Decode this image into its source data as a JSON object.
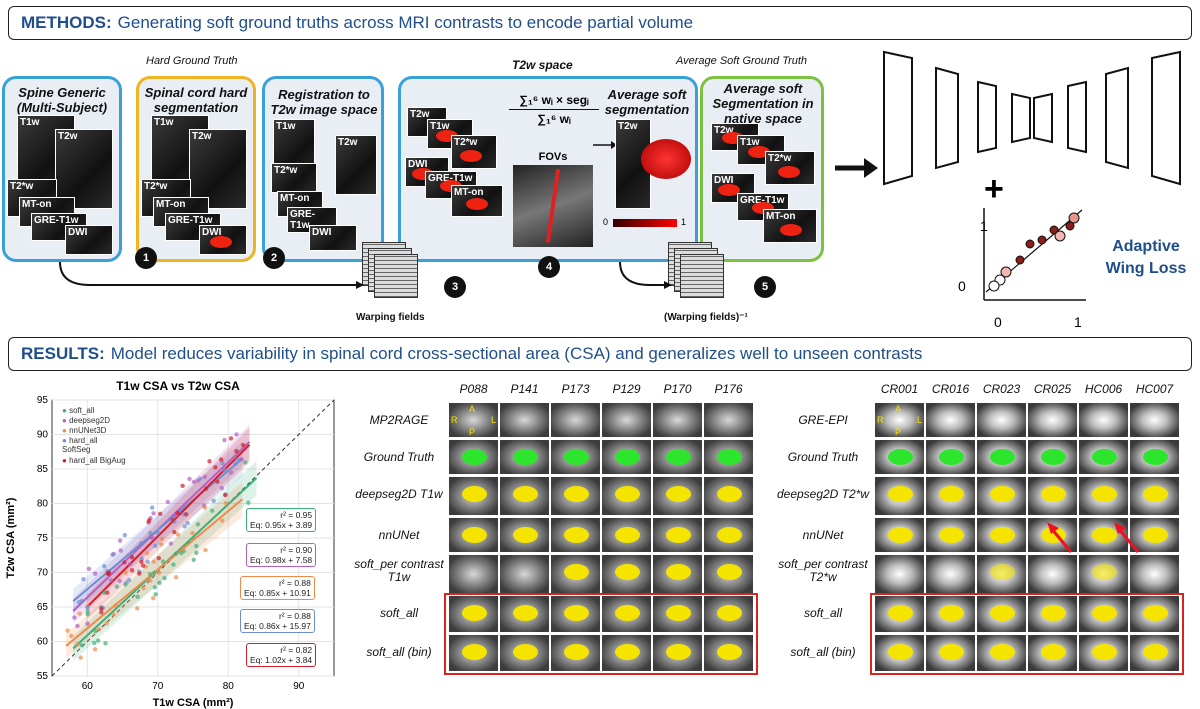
{
  "methods": {
    "label": "METHODS:",
    "text": "Generating soft ground truths across MRI contrasts to encode partial volume"
  },
  "results": {
    "label": "RESULTS:",
    "text": "Model reduces variability in spinal cord cross-sectional area (CSA) and generalizes well to unseen contrasts"
  },
  "pipeline": {
    "hard_gt_caption": "Hard Ground Truth",
    "t2w_space_caption": "T2w space",
    "avg_soft_caption": "Average Soft Ground Truth",
    "panel1_title": "Spine Generic (Multi-Subject)",
    "panel2_title": "Spinal cord hard segmentation",
    "panel3_title": "Registration to T2w image space",
    "panel4_title": "Average soft segmentation",
    "panel5_title": "Average soft Segmentation in native space",
    "formula_num": "∑₁⁶ wᵢ × segᵢ",
    "formula_den": "∑₁⁶ wᵢ",
    "fovs": "FOVs",
    "colorbar_min": "0",
    "colorbar_max": "1",
    "warping": "Warping fields",
    "warping_inv": "(Warping fields)⁻¹",
    "steps": [
      "1",
      "2",
      "3",
      "4",
      "5"
    ],
    "contrasts": {
      "t1w": "T1w",
      "t2w": "T2w",
      "t2s": "T2*w",
      "mton": "MT-on",
      "gret1w": "GRE-T1w",
      "dwi": "DWI"
    },
    "plus": "+",
    "loss": "Adaptive Wing Loss",
    "mini_ticks": {
      "y1": "1",
      "y0": "0",
      "x0": "0",
      "x1": "1"
    }
  },
  "chart_data": {
    "type": "scatter",
    "title": "T1w CSA vs T2w CSA",
    "xlabel": "T1w CSA (mm²)",
    "ylabel": "T2w CSA (mm²)",
    "xlim": [
      55,
      95
    ],
    "ylim": [
      55,
      95
    ],
    "xticks": [
      "60",
      "70",
      "80",
      "90"
    ],
    "yticks": [
      "55",
      "60",
      "65",
      "70",
      "75",
      "80",
      "85",
      "90",
      "95"
    ],
    "grid": true,
    "legend_position": "top-left",
    "series": [
      {
        "name": "soft_all",
        "color": "#3cb07a",
        "slope": 0.95,
        "intercept": 3.89,
        "r2": "r² = 0.95",
        "eq": "Eq: 0.95x + 3.89"
      },
      {
        "name": "deepseg2D",
        "color": "#b45fc4",
        "slope": 0.98,
        "intercept": 7.58,
        "r2": "r² = 0.90",
        "eq": "Eq: 0.98x + 7.58"
      },
      {
        "name": "nnUNet3D",
        "color": "#f08a4b",
        "slope": 0.85,
        "intercept": 10.91,
        "r2": "r² = 0.88",
        "eq": "Eq: 0.85x + 10.91"
      },
      {
        "name": "hard_all SoftSeg",
        "color": "#6b8ed1",
        "slope": 0.86,
        "intercept": 15.97,
        "r2": "r² = 0.88",
        "eq": "Eq: 0.86x + 15.97"
      },
      {
        "name": "hard_all BigAug",
        "color": "#d0202e",
        "slope": 1.02,
        "intercept": 3.84,
        "r2": "r² = 0.82",
        "eq": "Eq: 1.02x + 3.84"
      }
    ]
  },
  "grid_left": {
    "columns": [
      "P088",
      "P141",
      "P173",
      "P129",
      "P170",
      "P176"
    ],
    "rows": [
      "MP2RAGE",
      "Ground Truth",
      "deepseg2D T1w",
      "nnUNet",
      "soft_per contrast T1w",
      "soft_all",
      "soft_all (bin)"
    ],
    "orient": {
      "a": "A",
      "p": "P",
      "r": "R",
      "l": "L"
    }
  },
  "grid_right": {
    "columns": [
      "CR001",
      "CR016",
      "CR023",
      "CR025",
      "HC006",
      "HC007"
    ],
    "rows": [
      "GRE-EPI",
      "Ground Truth",
      "deepseg2D T2*w",
      "nnUNet",
      "soft_per contrast T2*w",
      "soft_all",
      "soft_all (bin)"
    ],
    "orient": {
      "a": "A",
      "p": "P",
      "r": "R",
      "l": "L"
    }
  },
  "colors": {
    "banner_text": "#1f4e8c",
    "blue_panel": "#3aa0d8",
    "yellow_panel": "#f0b323",
    "green_panel": "#7cc142",
    "highlight": "#d9231d"
  }
}
